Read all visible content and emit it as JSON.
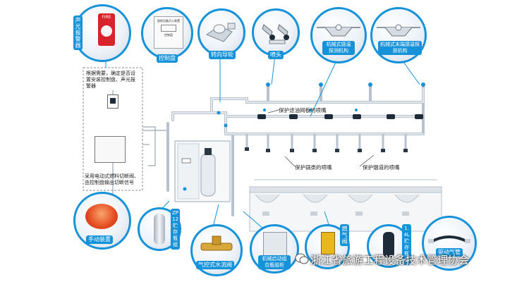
{
  "components": {
    "alarm": "声光报警器",
    "control_panel": "控制盘",
    "swivel": "转向导轮",
    "nozzle": "喷头",
    "mech_temp_1": "机械式感温探测机构",
    "mech_temp_2": "机械式末端感温探测机构",
    "manual": "手动装置",
    "cylinder": "ZP12贮存瓶组",
    "gas_valve": "气控式水流阀",
    "start_cabinet": "机械启动组合瓶组柜",
    "fuel_valve": "燃气阀",
    "extinguisher": "1.4L贮存瓶组",
    "hose": "驱动气管"
  },
  "notes": {
    "dashed_box": "根据需要，确定是否设置安装控制盘、声光报警器",
    "dashed_box_bottom": "采用电动式燃料切断阀、由控制盘输出切断信号"
  },
  "labels": {
    "filter_nozzle": "保护滤油网板的喷嘴",
    "pot_nozzle": "保护锅类的喷嘴",
    "duct_nozzle": "保护烟道的喷嘴"
  },
  "device_text": {
    "alarm_brand": "FIRE",
    "panel_title": "厨房设备灭火装置",
    "panel_sub": "控制盘"
  },
  "watermark": "浙江省旅游工程设备技术管理协会",
  "colors": {
    "accent": "#1592d9",
    "pipe": "#dfe6ee",
    "alarm_red": "#d8232a",
    "manual_red": "#e54a1f"
  }
}
